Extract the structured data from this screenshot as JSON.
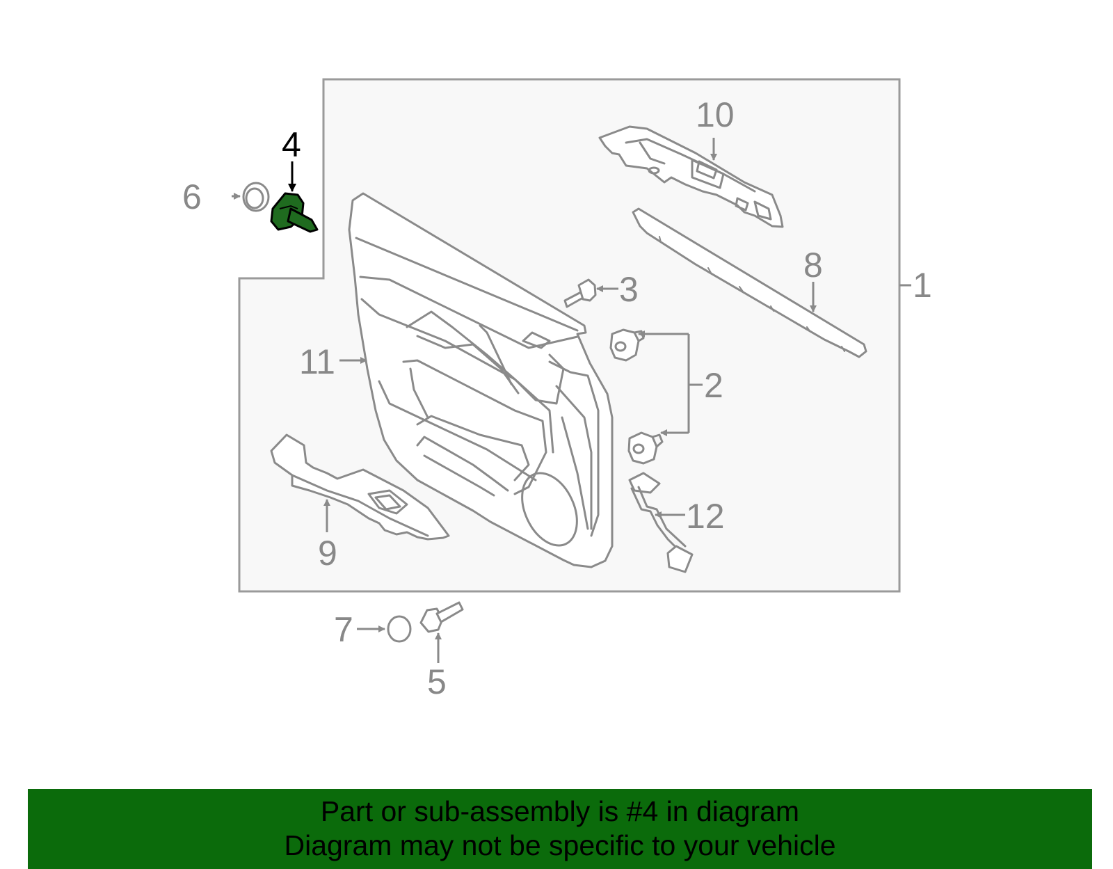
{
  "diagram": {
    "highlight_color": "#1f6b1f",
    "callouts": [
      {
        "id": "1",
        "label": "1"
      },
      {
        "id": "2",
        "label": "2"
      },
      {
        "id": "3",
        "label": "3"
      },
      {
        "id": "4",
        "label": "4",
        "highlighted": true
      },
      {
        "id": "5",
        "label": "5"
      },
      {
        "id": "6",
        "label": "6"
      },
      {
        "id": "7",
        "label": "7"
      },
      {
        "id": "8",
        "label": "8"
      },
      {
        "id": "9",
        "label": "9"
      },
      {
        "id": "10",
        "label": "10"
      },
      {
        "id": "11",
        "label": "11"
      },
      {
        "id": "12",
        "label": "12"
      }
    ]
  },
  "banner": {
    "line1": "Part or sub-assembly is #4 in diagram",
    "line2": "Diagram may not be specific to your vehicle",
    "background": "#0b6b0b"
  }
}
